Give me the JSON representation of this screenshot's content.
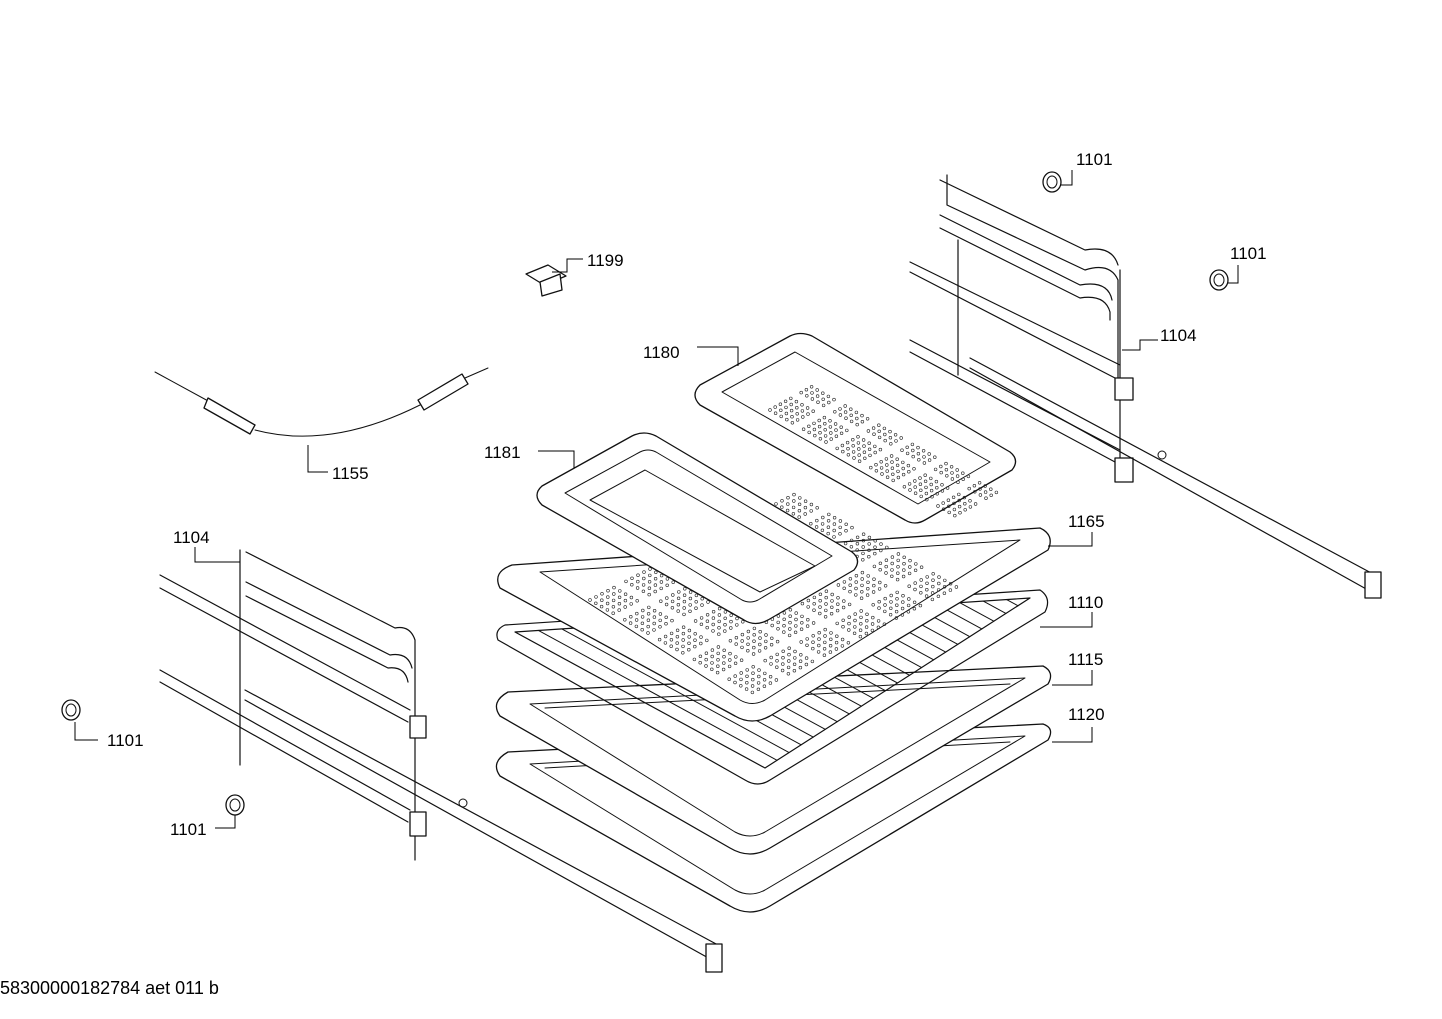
{
  "labels": {
    "l1101_top": "1101",
    "l1101_right": "1101",
    "l1104_right": "1104",
    "l1199": "1199",
    "l1180": "1180",
    "l1181": "1181",
    "l1155": "1155",
    "l1165": "1165",
    "l1110": "1110",
    "l1115": "1115",
    "l1120": "1120",
    "l1104_left": "1104",
    "l1101_left": "1101",
    "l1101_bottom": "1101"
  },
  "doc_id": "58300000182784 aet 011 b"
}
